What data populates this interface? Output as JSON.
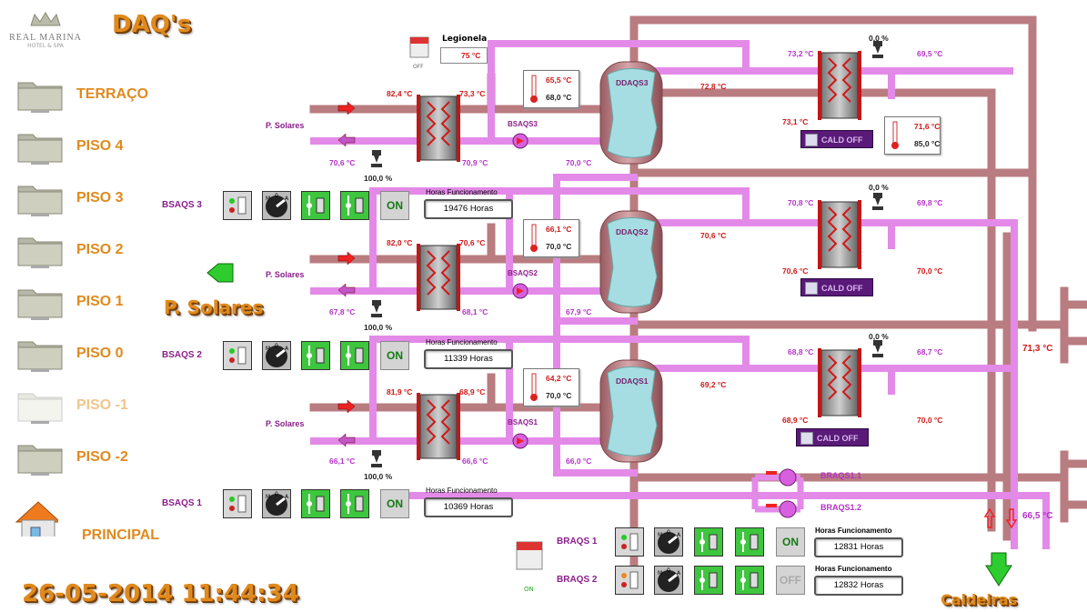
{
  "header": {
    "title": "DAQ's",
    "logo_text": "REAL MARINA",
    "logo_subtext": "HOTEL & SPA"
  },
  "nav": {
    "items": [
      {
        "label": "TERRAÇO",
        "state": "normal"
      },
      {
        "label": "PISO 4",
        "state": "normal"
      },
      {
        "label": "PISO 3",
        "state": "normal"
      },
      {
        "label": "PISO 2",
        "state": "normal"
      },
      {
        "label": "PISO 1",
        "state": "normal"
      },
      {
        "label": "PISO 0",
        "state": "normal"
      },
      {
        "label": "PISO -1",
        "state": "disabled"
      },
      {
        "label": "PISO -2",
        "state": "normal"
      }
    ],
    "home_label": "PRINCIPAL",
    "solares_label": "P. Solares",
    "caldeiras_label": "Caldeiras"
  },
  "datetime": "26-05-2014 11:44:34",
  "legionela": {
    "label": "Legionela",
    "value": "75 °C",
    "state": "OFF"
  },
  "loops": [
    {
      "name": "BSAQS 3",
      "source_label": "P. Solares",
      "pump_label": "BSAQS3",
      "tank_label": "DDAQS3",
      "t_in": "82,4 °C",
      "t_out": "73,3 °C",
      "t_ret": "70,6 °C",
      "t_ret2": "70,9 °C",
      "t_tank": "70,0 °C",
      "valve": "100,0 %",
      "set_red": "65,5 °C",
      "set_blk": "68,0 °C",
      "hours_title": "Horas Funcionamento",
      "hours": "19476 Horas",
      "on_label": "ON",
      "right": {
        "t_top": "73,2 °C",
        "t_out": "69,5 °C",
        "t_supply": "72,8 °C",
        "t_low": "73,1 °C",
        "valve": "0,0 %",
        "set_red": "71,6 °C",
        "set_blk": "85,0 °C",
        "cald": "CALD OFF"
      }
    },
    {
      "name": "BSAQS 2",
      "source_label": "P. Solares",
      "pump_label": "BSAQS2",
      "tank_label": "DDAQS2",
      "t_in": "82,0 °C",
      "t_out": "70,6 °C",
      "t_ret": "67,8 °C",
      "t_ret2": "68,1 °C",
      "t_tank": "67,9 °C",
      "valve": "100,0 %",
      "set_red": "66,1 °C",
      "set_blk": "70,0 °C",
      "hours_title": "Horas Funcionamento",
      "hours": "11339 Horas",
      "on_label": "ON",
      "right": {
        "t_top": "70,8 °C",
        "t_out": "69,8 °C",
        "t_supply": "70,6 °C",
        "t_low": "70,6 °C",
        "t_low2": "70,0 °C",
        "valve": "0,0 %",
        "cald": "CALD OFF"
      }
    },
    {
      "name": "BSAQS 1",
      "source_label": "P. Solares",
      "pump_label": "BSAQS1",
      "tank_label": "DDAQS1",
      "t_in": "81,9 °C",
      "t_out": "68,9 °C",
      "t_ret": "66,1 °C",
      "t_ret2": "66,6 °C",
      "t_tank": "66,0 °C",
      "valve": "100,0 %",
      "set_red": "64,2 °C",
      "set_blk": "70,0 °C",
      "hours_title": "Horas Funcionamento",
      "hours": "10369 Horas",
      "on_label": "ON",
      "right": {
        "t_top": "68,8 °C",
        "t_out": "68,7 °C",
        "t_supply": "69,2 °C",
        "t_low": "68,9 °C",
        "t_low2": "70,0 °C",
        "valve": "0,0 %",
        "cald": "CALD OFF"
      }
    }
  ],
  "main_temps": {
    "t_right_mid": "71,3 °C",
    "t_right_low": "66,5 °C",
    "t_2nd_right": "70,0 °C"
  },
  "braqs": {
    "pump1_label": "BRAQS1.1",
    "pump2_label": "BRAQS1.2",
    "icon_state": "ON",
    "units": [
      {
        "name": "BRAQS 1",
        "on_label": "ON",
        "hours_title": "Horas Funcionamento",
        "hours": "12831 Horas",
        "state": "on"
      },
      {
        "name": "BRAQS 2",
        "on_label": "OFF",
        "hours_title": "Horas Funcionamento",
        "hours": "12832 Horas",
        "state": "off"
      }
    ]
  },
  "colors": {
    "pipe_pink": "#e38ae8",
    "pipe_brown": "#c7898c",
    "tank": "#a6dde3",
    "accent_orange": "#e08a1e",
    "label_purple": "#8a1e8a",
    "temp_red": "#d01818",
    "temp_magenta": "#b532c8"
  }
}
